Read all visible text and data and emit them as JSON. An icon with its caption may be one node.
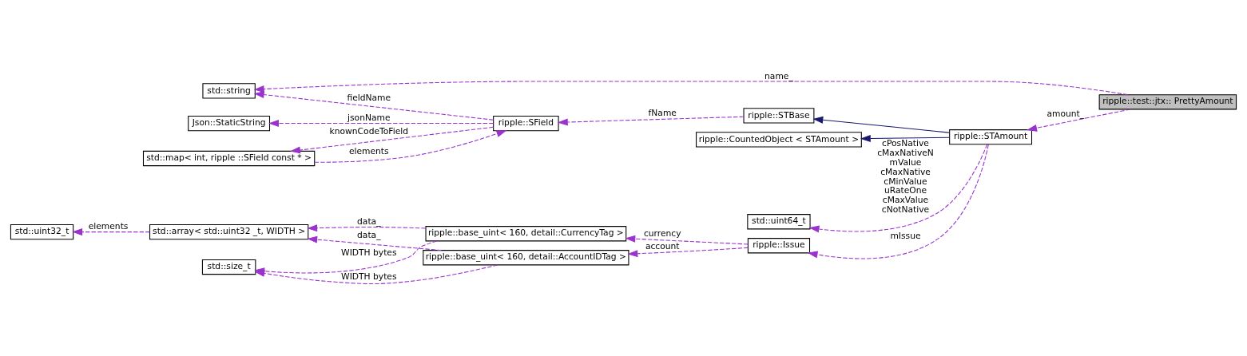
{
  "diagram": {
    "nodes": [
      {
        "text": [
          "ripple::test::jtx:: PrettyAmount"
        ]
      },
      {
        "text": [
          "std::string"
        ]
      },
      {
        "text": [
          "ripple::CountedObject < STAmount >"
        ]
      },
      {
        "text": [
          "std::uint64_t"
        ]
      },
      {
        "text": [
          "ripple::STAmount"
        ]
      },
      {
        "text": [
          "ripple::SField"
        ]
      },
      {
        "text": [
          "Json::StaticString"
        ]
      },
      {
        "text": [
          "std::map< int, ripple ::SField const * >"
        ]
      },
      {
        "text": [
          "ripple::STBase"
        ]
      },
      {
        "text": [
          "std::uint32_t"
        ]
      },
      {
        "text": [
          "std::array< std::uint32 _t, WIDTH >"
        ]
      },
      {
        "text": [
          "ripple::base_uint< 160, detail::CurrencyTag >"
        ]
      },
      {
        "text": [
          "ripple::Issue"
        ]
      },
      {
        "text": [
          "ripple::base_uint< 160, detail::AccountIDTag >"
        ]
      },
      {
        "text": [
          "std::size_t"
        ]
      }
    ],
    "edges": [
      {
        "from": 0,
        "to": 1,
        "arrow": "to",
        "label": "name_",
        "style": "dashed"
      },
      {
        "from": 0,
        "to": 4,
        "arrow": "to",
        "label": "amount_",
        "style": "dashed"
      },
      {
        "from": 4,
        "to": 2,
        "arrow": "to",
        "color": "#191970"
      },
      {
        "from": 4,
        "to": 8,
        "arrow": "to",
        "color": "#191970"
      },
      {
        "from": 4,
        "to": 3,
        "arrow": "to",
        "label": "cPosNative cMaxNativeN mValue cMaxNative cMinValue uRateOne cMaxValue cNotNative",
        "style": "dashed"
      },
      {
        "from": 4,
        "to": 12,
        "arrow": "to",
        "label": "mIssue",
        "style": "dashed"
      },
      {
        "from": 5,
        "to": 1,
        "arrow": "to",
        "label": "fieldName",
        "style": "dashed"
      },
      {
        "from": 5,
        "to": 6,
        "arrow": "to",
        "label": "jsonName",
        "style": "dashed"
      },
      {
        "from": 5,
        "to": 7,
        "arrow": "to",
        "label": "knownCodeToField",
        "style": "dashed"
      },
      {
        "from": 7,
        "to": 5,
        "arrow": "to",
        "label": "elements",
        "style": "dashed"
      },
      {
        "from": 8,
        "to": 5,
        "arrow": "to",
        "label": "fName",
        "style": "dashed"
      },
      {
        "from": 12,
        "to": 11,
        "arrow": "to",
        "label": "currency",
        "style": "dashed"
      },
      {
        "from": 12,
        "to": 13,
        "arrow": "to",
        "label": "account",
        "style": "dashed"
      },
      {
        "from": 11,
        "to": 10,
        "arrow": "to",
        "label": "data_",
        "style": "dashed"
      },
      {
        "from": 13,
        "to": 10,
        "arrow": "to",
        "label": "data_",
        "style": "dashed"
      },
      {
        "from": 11,
        "to": 14,
        "arrow": "to",
        "label": "WIDTH bytes",
        "style": "dashed"
      },
      {
        "from": 13,
        "to": 14,
        "arrow": "to",
        "label": "WIDTH bytes",
        "style": "dashed"
      },
      {
        "from": 10,
        "to": 9,
        "arrow": "to",
        "label": "elements",
        "style": "dashed"
      }
    ]
  }
}
